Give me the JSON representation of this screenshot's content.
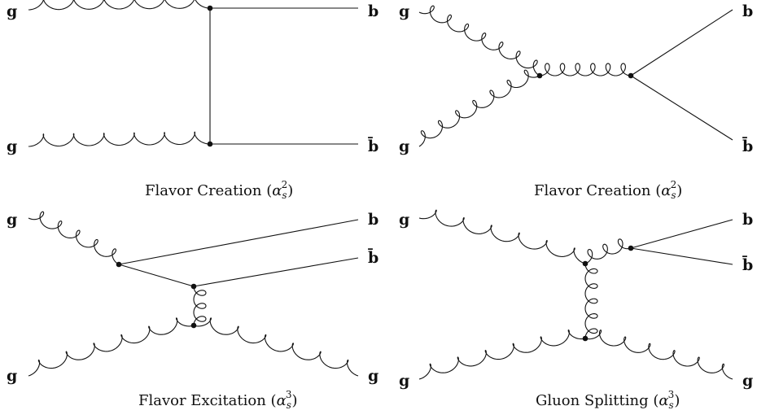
{
  "diagrams": [
    {
      "caption": "Flavor Creation",
      "order": "2",
      "labels": {
        "top_left": "g",
        "bottom_left": "g",
        "top_right": "b",
        "bottom_right": "b̄"
      }
    },
    {
      "caption": "Flavor Creation",
      "order": "2",
      "labels": {
        "top_left": "g",
        "bottom_left": "g",
        "top_right": "b",
        "bottom_right": "b̄"
      }
    },
    {
      "caption": "Flavor Excitation",
      "order": "3",
      "labels": {
        "top_left": "g",
        "bottom_left": "g",
        "top_right": "b",
        "mid_right": "b̄",
        "bottom_right": "g"
      }
    },
    {
      "caption": "Gluon Splitting",
      "order": "3",
      "labels": {
        "top_left": "g",
        "bottom_left": "g",
        "top_right": "b",
        "mid_right": "b̄",
        "bottom_right": "g"
      }
    }
  ],
  "coupling": {
    "symbol": "α",
    "subscript": "s"
  },
  "colors": {
    "ink": "#111111",
    "background": "#ffffff"
  }
}
